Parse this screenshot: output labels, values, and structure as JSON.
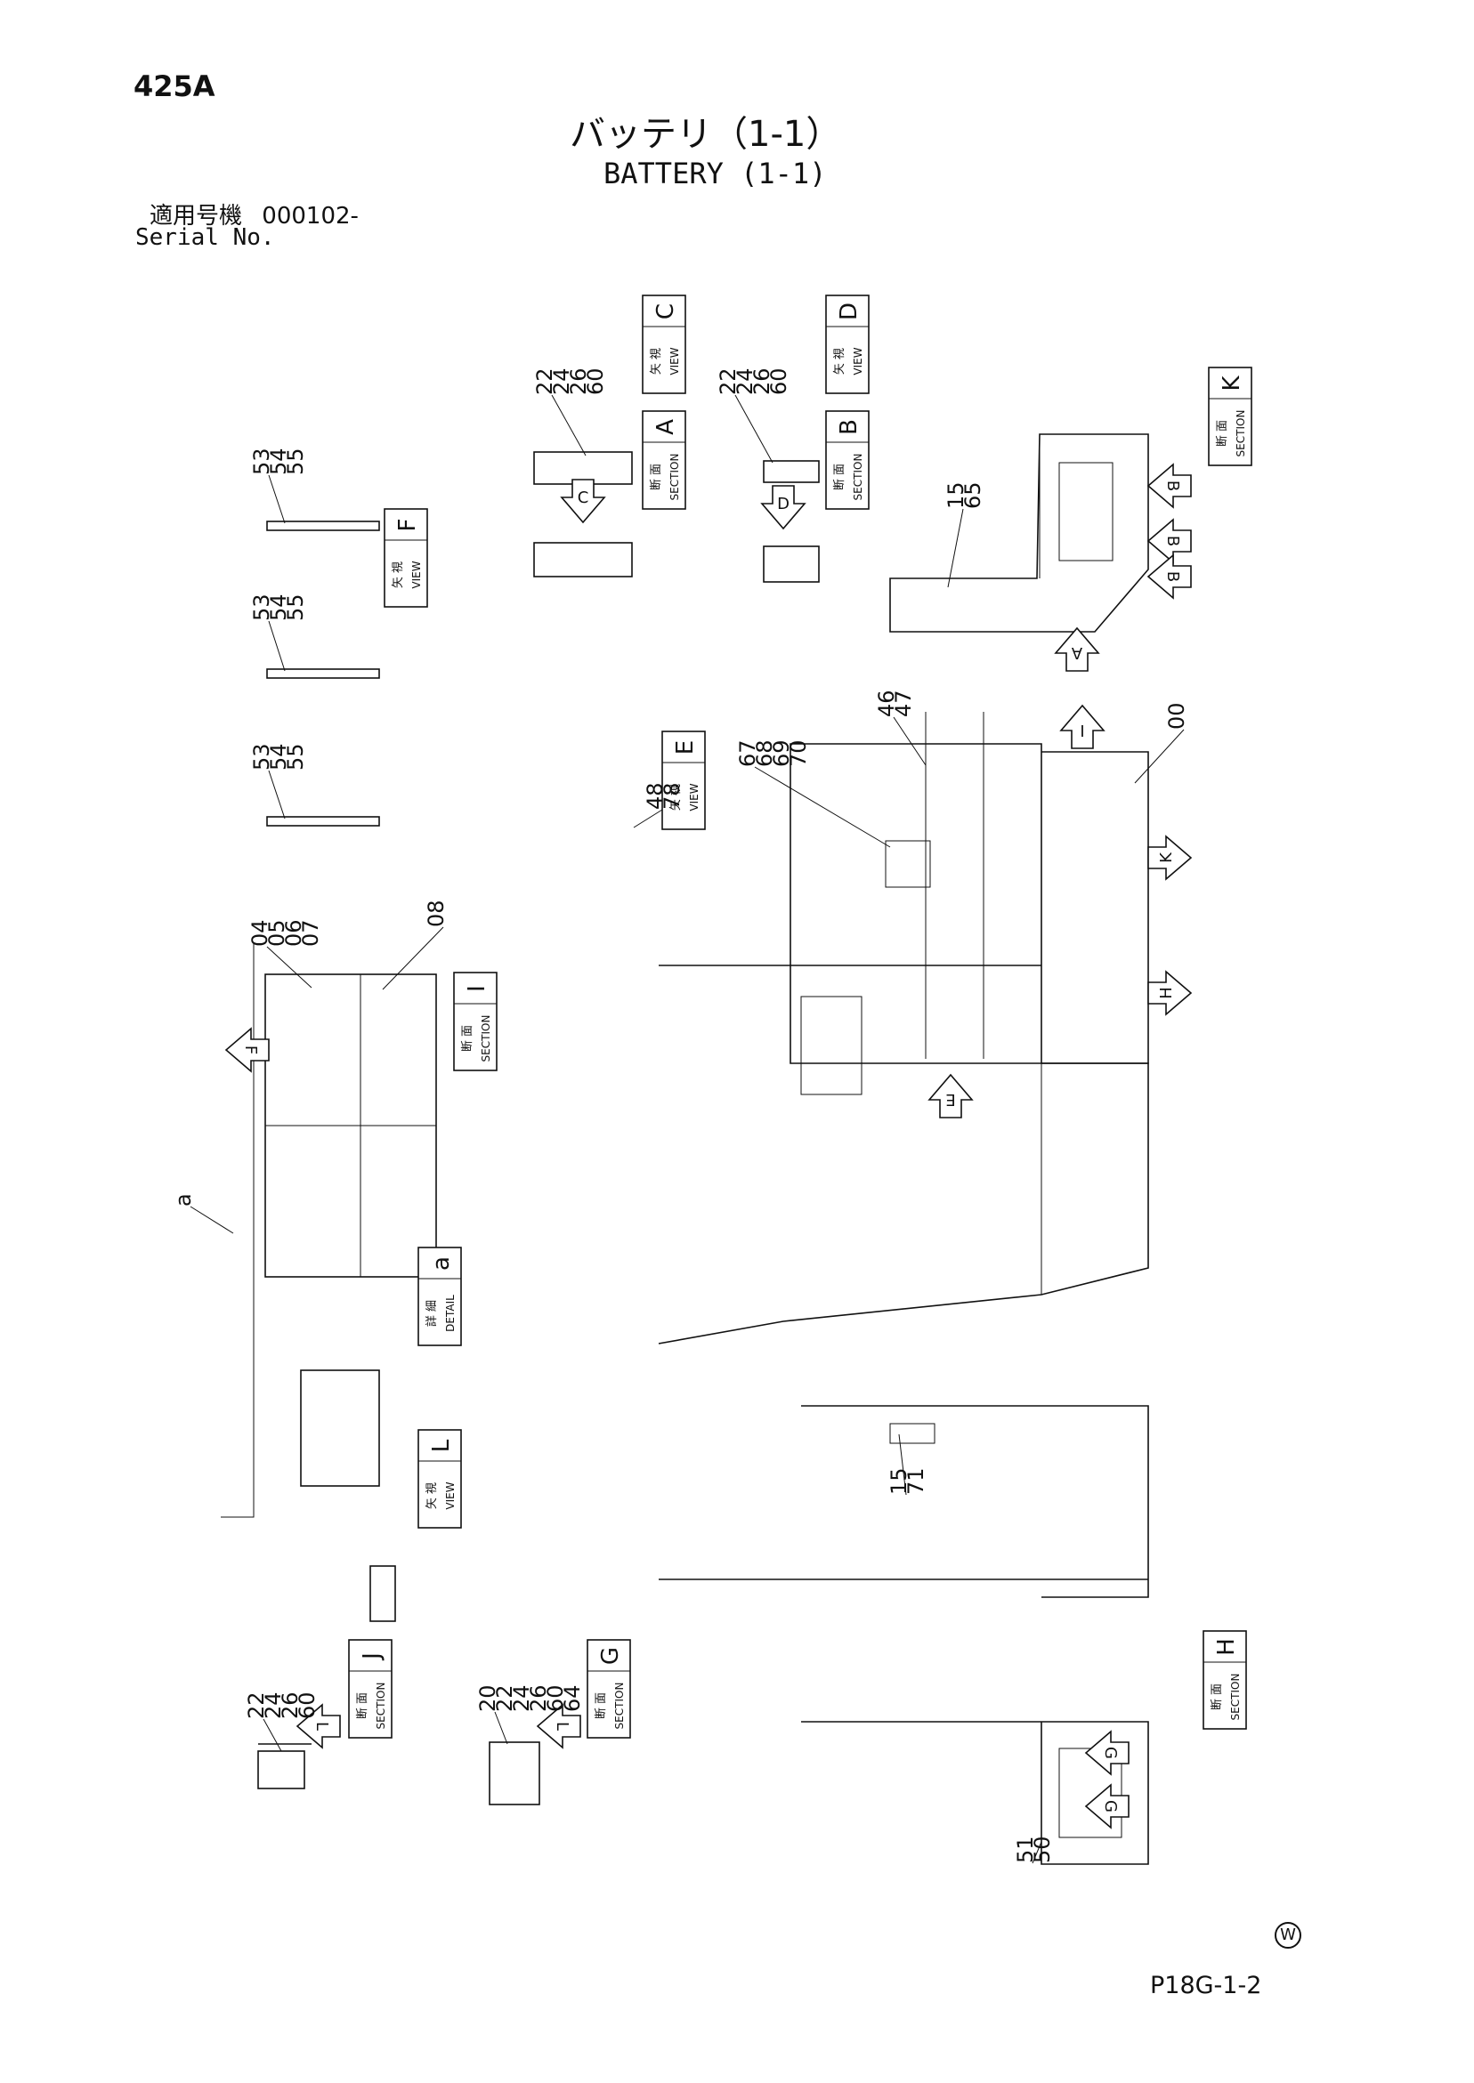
{
  "header": {
    "drawing_code": "425A",
    "title_jp": "バッテリ（1-1）",
    "title_en": "BATTERY (1-1)",
    "serial_label_jp": "適用号機",
    "serial_value": "000102-",
    "serial_label_en": "Serial No."
  },
  "footer": {
    "page_ref": "P18G-1-2",
    "watermark": "W"
  },
  "view_tags": [
    {
      "id": "C",
      "jp": "矢 視",
      "en": "VIEW"
    },
    {
      "id": "A",
      "jp": "断 面",
      "en": "SECTION"
    },
    {
      "id": "D",
      "jp": "矢 視",
      "en": "VIEW"
    },
    {
      "id": "B",
      "jp": "断 面",
      "en": "SECTION"
    },
    {
      "id": "K",
      "jp": "断 面",
      "en": "SECTION"
    },
    {
      "id": "F",
      "jp": "矢 視",
      "en": "VIEW"
    },
    {
      "id": "E",
      "jp": "矢 視",
      "en": "VIEW"
    },
    {
      "id": "I",
      "jp": "断 面",
      "en": "SECTION"
    },
    {
      "id": "a",
      "jp": "詳 細",
      "en": "DETAIL"
    },
    {
      "id": "L",
      "jp": "矢 視",
      "en": "VIEW"
    },
    {
      "id": "J",
      "jp": "断 面",
      "en": "SECTION"
    },
    {
      "id": "G",
      "jp": "断 面",
      "en": "SECTION"
    },
    {
      "id": "H",
      "jp": "断 面",
      "en": "SECTION"
    }
  ],
  "callouts": [
    {
      "lines": [
        "22",
        "24",
        "26",
        "60"
      ]
    },
    {
      "lines": [
        "22",
        "24",
        "26",
        "60"
      ]
    },
    {
      "lines": [
        "15",
        "65"
      ]
    },
    {
      "lines": [
        "53",
        "54",
        "55"
      ]
    },
    {
      "lines": [
        "53",
        "54",
        "55"
      ]
    },
    {
      "lines": [
        "53",
        "54",
        "55"
      ]
    },
    {
      "lines": [
        "67",
        "68",
        "69",
        "70"
      ]
    },
    {
      "lines": [
        "46",
        "47"
      ]
    },
    {
      "lines": [
        "00"
      ]
    },
    {
      "lines": [
        "48",
        "78"
      ]
    },
    {
      "lines": [
        "04",
        "05",
        "06",
        "07"
      ]
    },
    {
      "lines": [
        "08"
      ]
    },
    {
      "lines": [
        "a"
      ]
    },
    {
      "lines": [
        "15",
        "71"
      ]
    },
    {
      "lines": [
        "22",
        "24",
        "26",
        "60"
      ]
    },
    {
      "lines": [
        "20",
        "22",
        "24",
        "26",
        "60",
        "64"
      ]
    },
    {
      "lines": [
        "51",
        "50"
      ]
    }
  ],
  "arrows": [
    "C",
    "D",
    "B",
    "B",
    "B",
    "A",
    "I",
    "K",
    "H",
    "F",
    "E",
    "L",
    "L",
    "G",
    "G"
  ]
}
